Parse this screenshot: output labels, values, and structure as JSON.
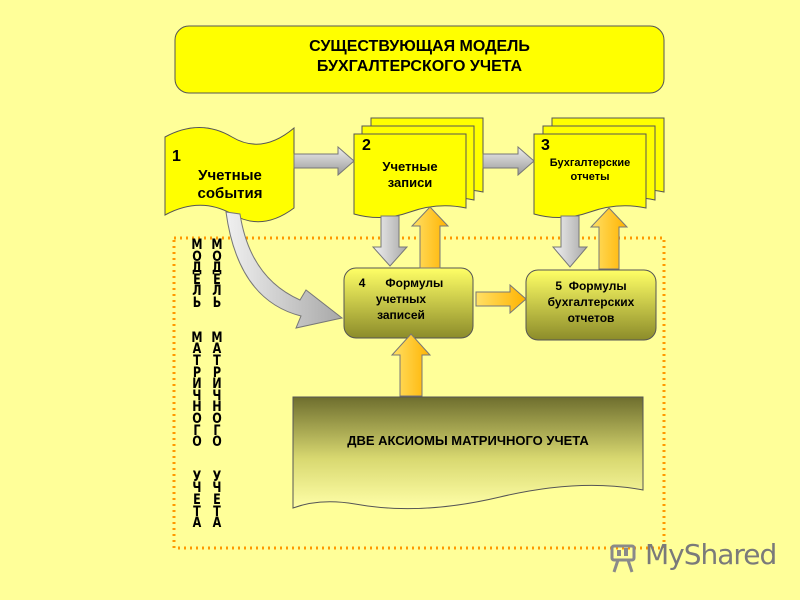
{
  "header": {
    "line1": "СУЩЕСТВУЮЩАЯ МОДЕЛЬ",
    "line2": "БУХГАЛТЕРСКОГО УЧЕТА"
  },
  "nodes": {
    "n1": {
      "number": "1",
      "line1": "Учетные",
      "line2": "события"
    },
    "n2": {
      "number": "2",
      "line1": "Учетные",
      "line2": "записи"
    },
    "n3": {
      "number": "3",
      "line1": "Бухгалтерские",
      "line2": "отчеты"
    },
    "n4": {
      "line1": "4      Формулы",
      "line2": "учетных",
      "line3": "записей"
    },
    "n5": {
      "line1": "5  Формулы",
      "line2": "бухгалтерских",
      "line3": "отчетов"
    },
    "axioms": "ДВЕ АКСИОМЫ МАТРИЧНОГО УЧЕТА"
  },
  "vertical_label": {
    "col_left": [
      "М",
      "О",
      "Д",
      "Е",
      "Л",
      "Ь",
      " ",
      " ",
      "М",
      "А",
      "Т",
      "Р",
      "И",
      "Ч",
      "Н",
      "О",
      "Г",
      "О",
      " ",
      " ",
      "У",
      "Ч",
      "Е",
      "Т",
      "А"
    ],
    "col_right": [
      "М",
      "О",
      "Д",
      "Е",
      "Л",
      "Ь",
      " ",
      " ",
      "М",
      "А",
      "Т",
      "Р",
      "И",
      "Ч",
      "Н",
      "О",
      "Г",
      "О",
      " ",
      " ",
      "У",
      "Ч",
      "Е",
      "Т",
      "А"
    ]
  },
  "watermark": "MyShared",
  "colors": {
    "background": "#FFFF99",
    "yellow": "#FFFF00",
    "olive_dark": "#999933",
    "olive_light": "#FFFF66",
    "axioms_grad_top": "#777733",
    "orange_arrow": "#FFCC00",
    "gray_arrow": "#BBBBBB",
    "dotted_border": "#FF9900"
  }
}
